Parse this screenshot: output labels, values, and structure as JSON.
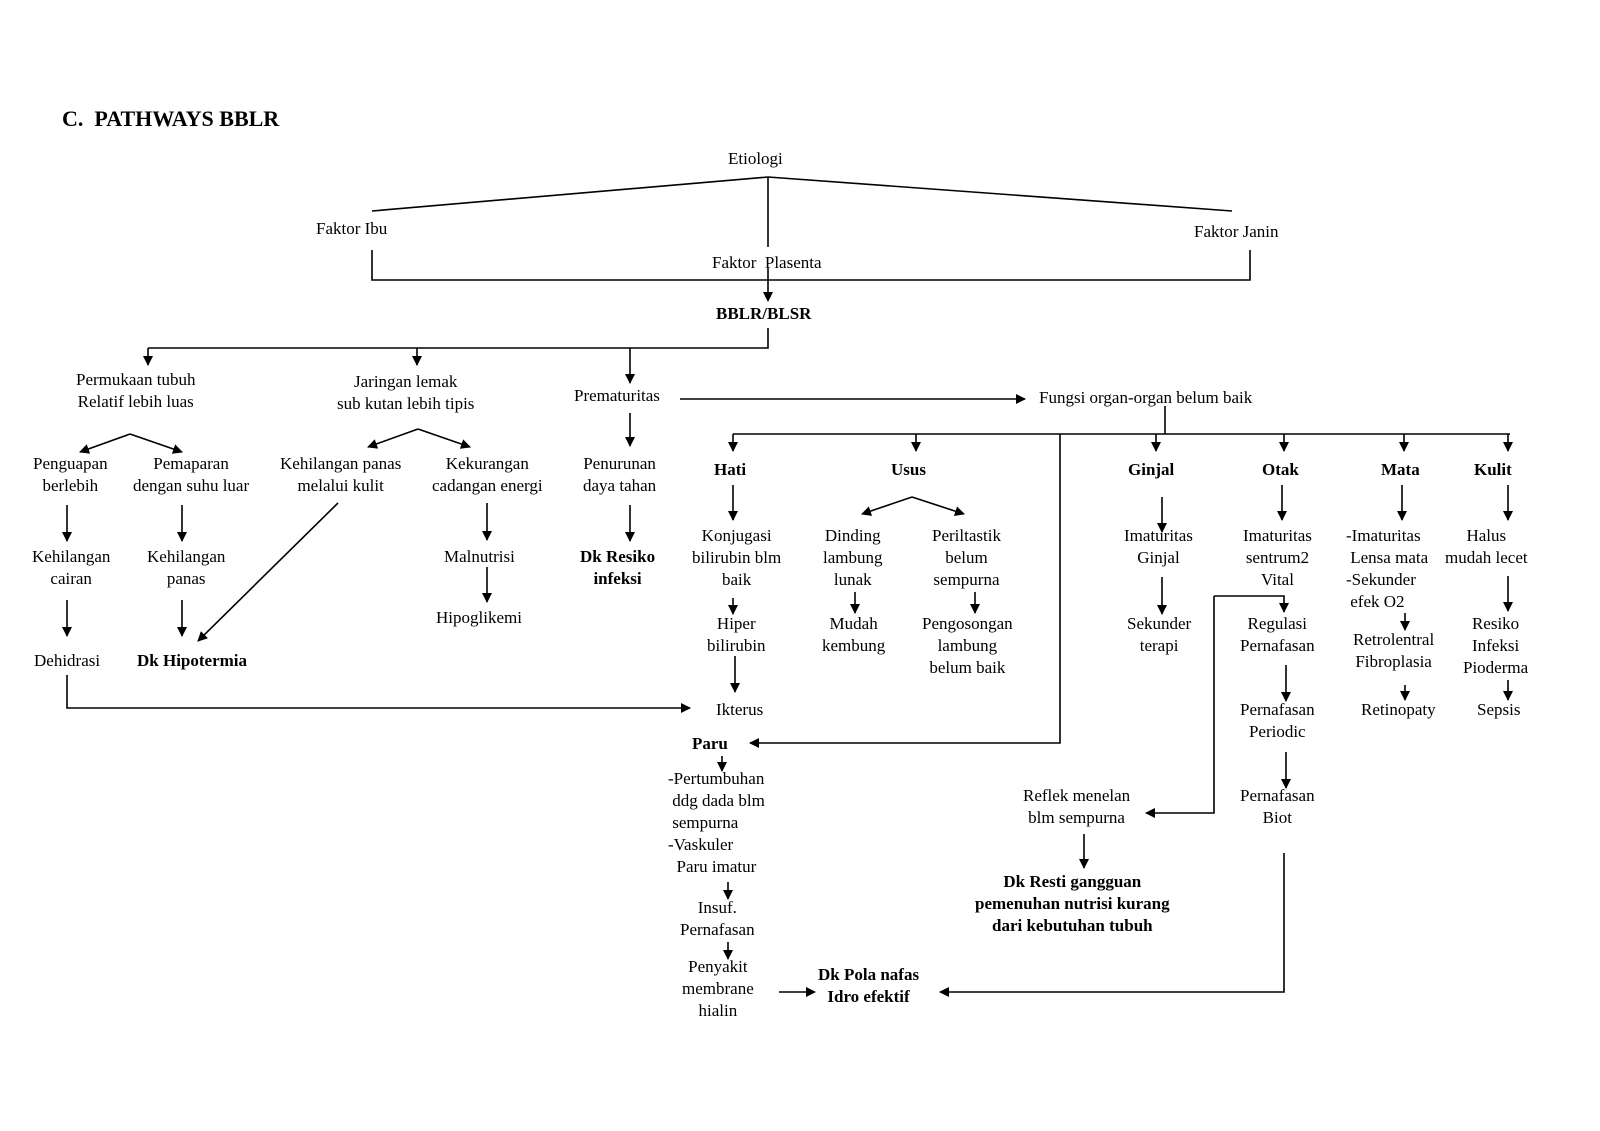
{
  "title": "C.  PATHWAYS BBLR",
  "nodes": {
    "etiologi": "Etiologi",
    "faktor_ibu": "Faktor Ibu",
    "faktor_plasenta": "Faktor  Plasenta",
    "faktor_janin": "Faktor Janin",
    "bblr": "BBLR/BLSR",
    "permukaan_tubuh": "Permukaan tubuh\nRelatif lebih luas",
    "jaringan_lemak": "Jaringan lemak\nsub kutan lebih tipis",
    "prematuritas": "Prematuritas",
    "fungsi_organ": "Fungsi organ-organ belum baik",
    "penguapan": "Penguapan\nberlebih",
    "pemaparan": "Pemaparan\ndengan suhu luar",
    "kehilangan_panas_kulit": "Kehilangan panas\nmelalui kulit",
    "kekurangan_energi": "Kekurangan\ncadangan energi",
    "penurunan_daya": "Penurunan\ndaya tahan",
    "kehilangan_cairan": "Kehilangan\ncairan",
    "kehilangan_panas": "Kehilangan\npanas",
    "malnutrisi": "Malnutrisi",
    "hipoglikemi": "Hipoglikemi",
    "dk_resiko_infeksi": "Dk Resiko\ninfeksi",
    "dehidrasi": "Dehidrasi",
    "dk_hipotermia": "Dk Hipotermia",
    "hati": "Hati",
    "usus": "Usus",
    "ginjal": "Ginjal",
    "otak": "Otak",
    "mata": "Mata",
    "kulit": "Kulit",
    "konjugasi": "Konjugasi\nbilirubin blm\nbaik",
    "hiper_bilirubin": "Hiper\nbilirubin",
    "ikterus": "Ikterus",
    "dinding_lambung": "Dinding\nlambung\nlunak",
    "mudah_kembung": "Mudah\nkembung",
    "periltastik": "Periltastik\nbelum\nsempurna",
    "pengosongan": "Pengosongan\nlambung\nbelum baik",
    "imaturitas_ginjal": "Imaturitas\nGinjal",
    "sekunder_terapi": "Sekunder\nterapi",
    "imaturitas_sentrum": "Imaturitas\nsentrum2\nVital",
    "regulasi": "Regulasi\nPernafasan",
    "pernafasan_periodic": "Pernafasan\nPeriodic",
    "pernafasan_biot": "Pernafasan\nBiot",
    "imaturitas_lensa": "-Imaturitas\n Lensa mata\n-Sekunder\n efek O2",
    "retrolentral": "Retrolentral\nFibroplasia",
    "retinopaty": "Retinopaty",
    "halus": "Halus\nmudah lecet",
    "resiko_infeksi_pioderma": "Resiko\nInfeksi\nPioderma",
    "sepsis": "Sepsis",
    "paru": "Paru",
    "pertumbuhan": "-Pertumbuhan\n ddg dada blm\n sempurna\n-Vaskuler\n  Paru imatur",
    "insuf": "Insuf.\nPernafasan",
    "penyakit_membrane": "Penyakit\nmembrane\nhialin",
    "dk_pola_nafas": "Dk Pola nafas\nIdro efektif",
    "reflek_menelan": "Reflek menelan\nblm sempurna",
    "dk_resti": "Dk Resti gangguan\npemenuhan nutrisi kurang\ndari kebutuhan tubuh"
  }
}
